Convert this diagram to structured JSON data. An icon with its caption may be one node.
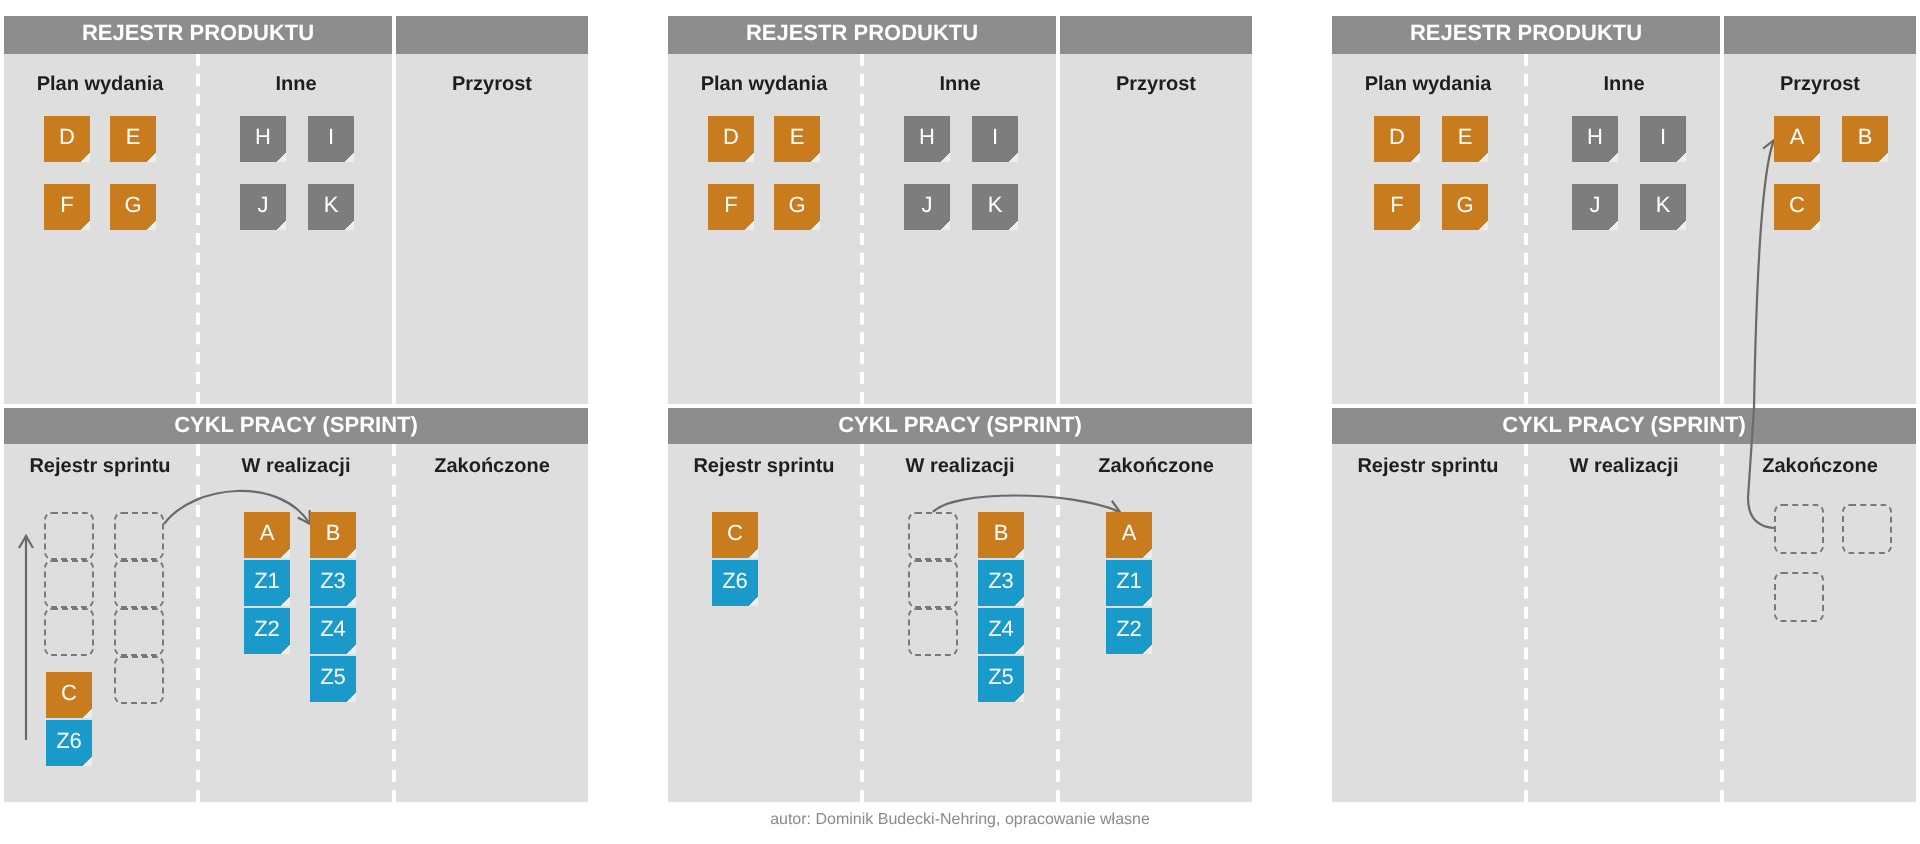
{
  "diagram": {
    "caption": "autor: Dominik Budecki-Nehring, opracowanie własne",
    "nodes": [
      {
        "text": [
          "REJESTR PRODUKTU"
        ]
      },
      {
        "text": [
          "Plan wydania"
        ],
        "in": 0
      },
      {
        "text": [
          "D"
        ],
        "in": 1
      },
      {
        "text": [
          "E"
        ],
        "in": 1
      },
      {
        "text": [
          "F"
        ],
        "in": 1
      },
      {
        "text": [
          "G"
        ],
        "in": 1
      },
      {
        "text": [
          "Inne"
        ],
        "in": 0
      },
      {
        "text": [
          "H"
        ],
        "in": 6
      },
      {
        "text": [
          "I"
        ],
        "in": 6
      },
      {
        "text": [
          "J"
        ],
        "in": 6
      },
      {
        "text": [
          "K"
        ],
        "in": 6
      },
      {
        "text": [
          "Przyrost"
        ],
        "in": 0
      },
      {
        "text": [
          "CYKL PRACY (SPRINT)"
        ]
      },
      {
        "text": [
          "Rejestr sprintu"
        ],
        "in": 12
      },
      {
        "text": [],
        "shape": "box",
        "in": 13
      },
      {
        "text": [],
        "shape": "box",
        "in": 13
      },
      {
        "text": [],
        "shape": "box",
        "in": 13
      },
      {
        "text": [],
        "shape": "box",
        "in": 13
      },
      {
        "text": [],
        "shape": "box",
        "in": 13
      },
      {
        "text": [],
        "shape": "box",
        "in": 13
      },
      {
        "text": [],
        "shape": "box",
        "in": 13
      },
      {
        "text": [
          "C"
        ],
        "in": 13
      },
      {
        "text": [
          "Z6"
        ],
        "in": 13
      },
      {
        "text": [
          "W realizacji"
        ],
        "in": 12
      },
      {
        "text": [
          "A"
        ],
        "in": 23
      },
      {
        "text": [
          "B"
        ],
        "in": 23
      },
      {
        "text": [
          "Z1"
        ],
        "in": 23
      },
      {
        "text": [
          "Z3"
        ],
        "in": 23
      },
      {
        "text": [
          "Z2"
        ],
        "in": 23
      },
      {
        "text": [
          "Z4"
        ],
        "in": 23
      },
      {
        "text": [
          "Z5"
        ],
        "in": 23
      },
      {
        "text": [
          "Zakończone"
        ],
        "in": 12
      },
      {
        "text": [
          "REJESTR PRODUKTU"
        ]
      },
      {
        "text": [
          "Plan wydania"
        ],
        "in": 32
      },
      {
        "text": [
          "D"
        ],
        "in": 33
      },
      {
        "text": [
          "E"
        ],
        "in": 33
      },
      {
        "text": [
          "F"
        ],
        "in": 33
      },
      {
        "text": [
          "G"
        ],
        "in": 33
      },
      {
        "text": [
          "Inne"
        ],
        "in": 32
      },
      {
        "text": [
          "H"
        ],
        "in": 38
      },
      {
        "text": [
          "I"
        ],
        "in": 38
      },
      {
        "text": [
          "J"
        ],
        "in": 38
      },
      {
        "text": [
          "K"
        ],
        "in": 38
      },
      {
        "text": [
          "Przyrost"
        ],
        "in": 32
      },
      {
        "text": [
          "CYKL PRACY (SPRINT)"
        ]
      },
      {
        "text": [
          "Rejestr sprintu"
        ],
        "in": 44
      },
      {
        "text": [
          "C"
        ],
        "in": 45
      },
      {
        "text": [
          "Z6"
        ],
        "in": 45
      },
      {
        "text": [
          "W realizacji"
        ],
        "in": 44
      },
      {
        "text": [],
        "shape": "box",
        "in": 48
      },
      {
        "text": [
          "B"
        ],
        "in": 48
      },
      {
        "text": [],
        "shape": "box",
        "in": 48
      },
      {
        "text": [
          "Z3"
        ],
        "in": 48
      },
      {
        "text": [],
        "shape": "box",
        "in": 48
      },
      {
        "text": [
          "Z4"
        ],
        "in": 48
      },
      {
        "text": [
          "Z5"
        ],
        "in": 48
      },
      {
        "text": [
          "Zakończone"
        ],
        "in": 44
      },
      {
        "text": [
          "A"
        ],
        "in": 56
      },
      {
        "text": [
          "Z1"
        ],
        "in": 56
      },
      {
        "text": [
          "Z2"
        ],
        "in": 56
      },
      {
        "text": [
          "REJESTR PRODUKTU"
        ]
      },
      {
        "text": [
          "Plan wydania"
        ],
        "in": 60
      },
      {
        "text": [
          "D"
        ],
        "in": 61
      },
      {
        "text": [
          "E"
        ],
        "in": 61
      },
      {
        "text": [
          "F"
        ],
        "in": 61
      },
      {
        "text": [
          "G"
        ],
        "in": 61
      },
      {
        "text": [
          "Inne"
        ],
        "in": 60
      },
      {
        "text": [
          "H"
        ],
        "in": 66
      },
      {
        "text": [
          "I"
        ],
        "in": 66
      },
      {
        "text": [
          "J"
        ],
        "in": 66
      },
      {
        "text": [
          "K"
        ],
        "in": 66
      },
      {
        "text": [
          "Przyrost"
        ],
        "in": 60
      },
      {
        "text": [
          "A"
        ],
        "in": 71
      },
      {
        "text": [
          "B"
        ],
        "in": 71
      },
      {
        "text": [
          "C"
        ],
        "in": 71
      },
      {
        "text": [
          "CYKL PRACY (SPRINT)"
        ]
      },
      {
        "text": [
          "Rejestr sprintu"
        ],
        "in": 75
      },
      {
        "text": [
          "W realizacji"
        ],
        "in": 75
      },
      {
        "text": [
          "Zakończone"
        ],
        "in": 75
      },
      {
        "text": [],
        "shape": "box",
        "in": 78
      },
      {
        "text": [],
        "shape": "box",
        "in": 78
      },
      {
        "text": [],
        "shape": "box",
        "in": 78
      }
    ],
    "edges": [
      {
        "from": 15,
        "to": 25,
        "arrow": "to"
      },
      {
        "from": 49,
        "to": 57,
        "arrow": "to"
      },
      {
        "from": 79,
        "to": 72,
        "arrow": "to"
      }
    ]
  }
}
